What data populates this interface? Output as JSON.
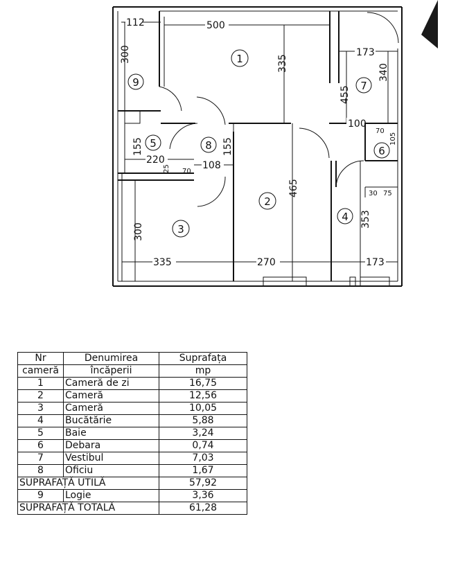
{
  "plan": {
    "rooms": [
      {
        "id": "r1",
        "label": "1"
      },
      {
        "id": "r2",
        "label": "2"
      },
      {
        "id": "r3",
        "label": "3"
      },
      {
        "id": "r4",
        "label": "4"
      },
      {
        "id": "r5",
        "label": "5"
      },
      {
        "id": "r6",
        "label": "6"
      },
      {
        "id": "r7",
        "label": "7"
      },
      {
        "id": "r8",
        "label": "8"
      },
      {
        "id": "r9",
        "label": "9"
      }
    ],
    "dimensions": {
      "d112": "112",
      "d500": "500",
      "d173a": "173",
      "d300a": "300",
      "d335v": "335",
      "d455": "455",
      "d340": "340",
      "d100": "100",
      "d70a": "70",
      "d105": "105",
      "d155a": "155",
      "d220": "220",
      "d155b": "155",
      "d108": "108",
      "d25": "25",
      "d70b": "70",
      "d465": "465",
      "d353": "353",
      "d3075a": "30",
      "d3075b": "75",
      "d300b": "300",
      "d335h": "335",
      "d270": "270",
      "d173b": "173"
    }
  },
  "table": {
    "headers": {
      "nr_line1": "Nr",
      "nr_line2": "cameră",
      "name_line1": "Denumirea",
      "name_line2": "încăperii",
      "area_line1": "Suprafața",
      "area_line2": "mp"
    },
    "rows": [
      {
        "nr": "1",
        "name": "Cameră de zi",
        "area": "16,75"
      },
      {
        "nr": "2",
        "name": "Cameră",
        "area": "12,56"
      },
      {
        "nr": "3",
        "name": "Cameră",
        "area": "10,05"
      },
      {
        "nr": "4",
        "name": "Bucătărie",
        "area": "5,88"
      },
      {
        "nr": "5",
        "name": "Baie",
        "area": "3,24"
      },
      {
        "nr": "6",
        "name": "Debara",
        "area": "0,74"
      },
      {
        "nr": "7",
        "name": "Vestibul",
        "area": "7,03"
      },
      {
        "nr": "8",
        "name": "Oficiu",
        "area": "1,67"
      }
    ],
    "util_label": "SUPRAFAȚĂ UTILĂ",
    "util_value": "57,92",
    "loggia": {
      "nr": "9",
      "name": "Logie",
      "area": "3,36"
    },
    "total_label": "SUPRAFAȚĂ TOTALĂ",
    "total_value": "61,28"
  }
}
